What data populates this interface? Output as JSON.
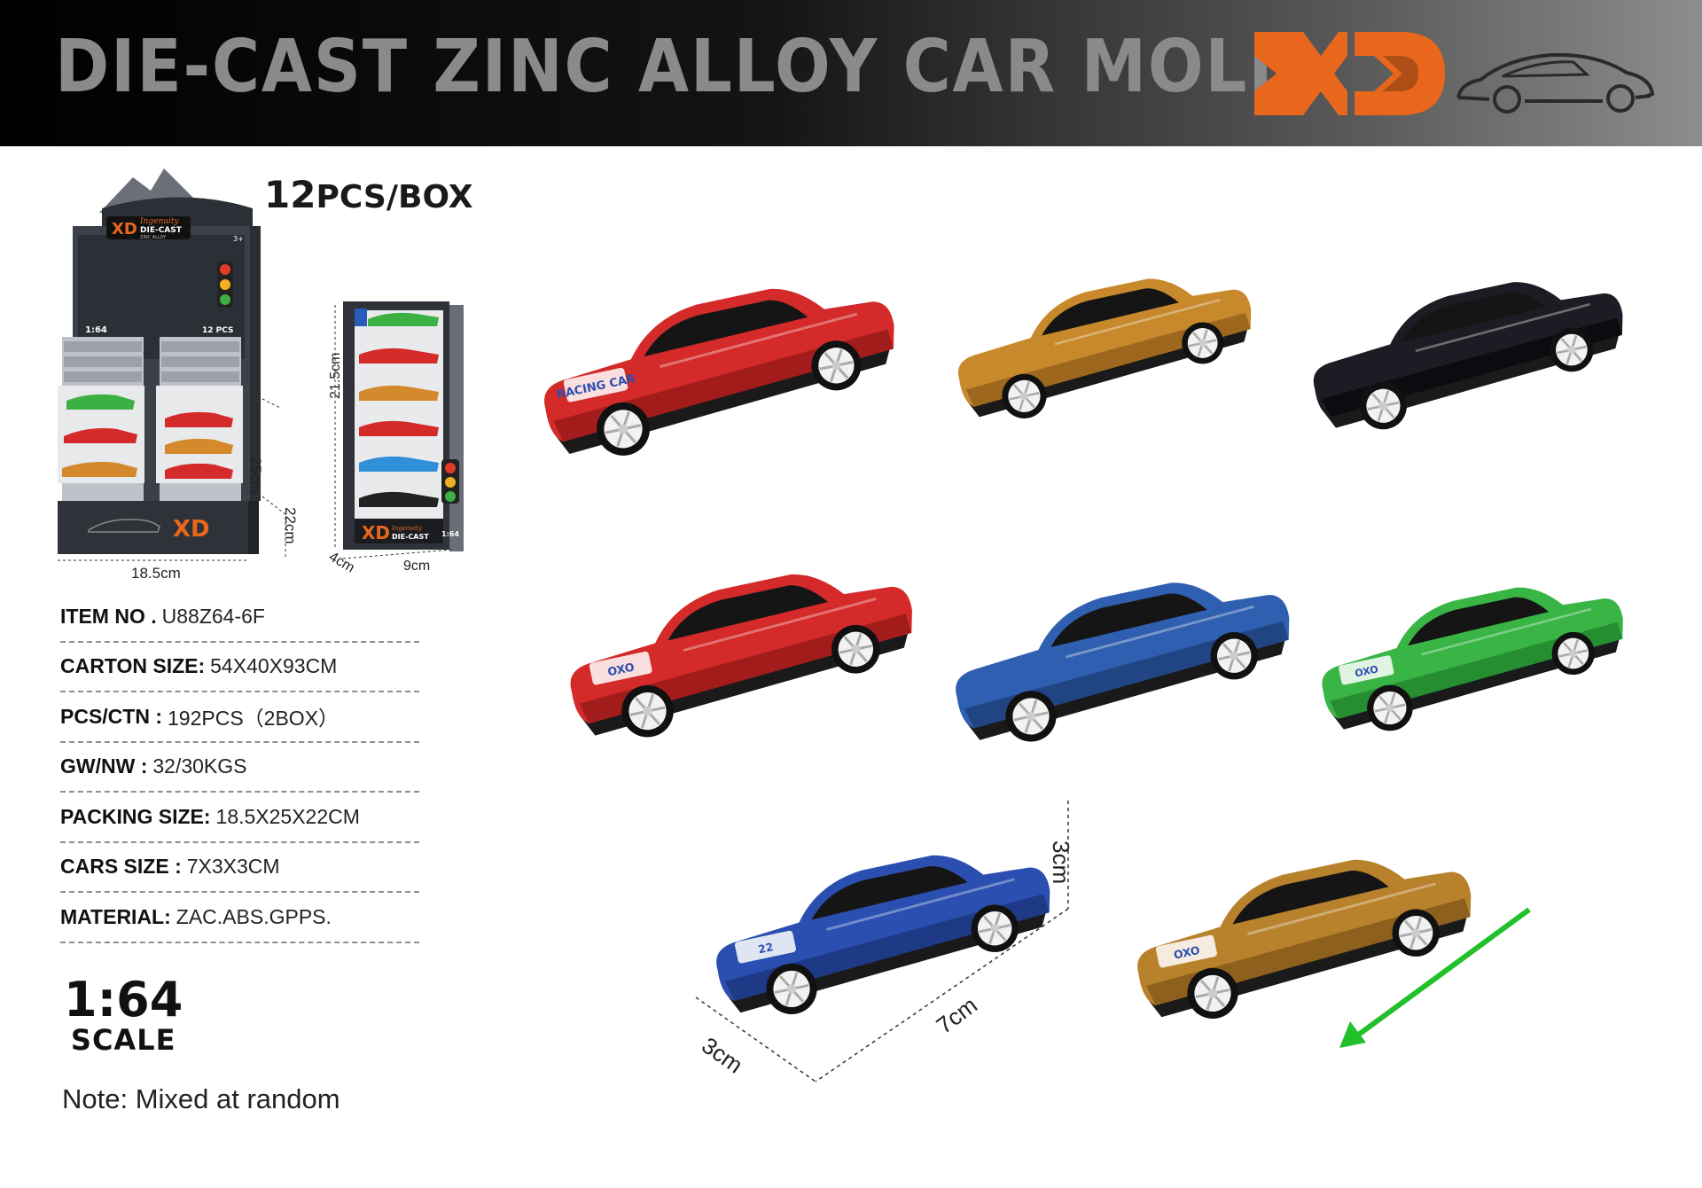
{
  "header": {
    "title": "DIE-CAST ZINC ALLOY CAR MOLD",
    "brand_logo": "XD"
  },
  "pcs_per_box": {
    "number": "12",
    "unit": "PCS/BOX"
  },
  "display_box": {
    "brand": "XD",
    "sub_brand": "Ingenuity",
    "line1": "DIE-CAST",
    "line2": "ZINC ALLOY",
    "age": "3+",
    "scale": "1:64",
    "count": "12 PCS",
    "dims": {
      "height": "25cm",
      "depth": "22cm",
      "width": "18.5cm"
    }
  },
  "slim_box": {
    "brand": "XD",
    "sub_brand": "Ingenuity",
    "line1": "DIE-CAST",
    "scale": "1:64",
    "dims": {
      "height": "21.5cm",
      "depth": "4cm",
      "width": "9cm"
    }
  },
  "specs": [
    {
      "label": "ITEM NO .",
      "value": "U88Z64-6F"
    },
    {
      "label": "CARTON SIZE:",
      "value": "54X40X93CM"
    },
    {
      "label": "PCS/CTN :",
      "value": "192PCS（2BOX）"
    },
    {
      "label": "GW/NW :",
      "value": "32/30KGS"
    },
    {
      "label": "PACKING SIZE:",
      "value": "18.5X25X22CM"
    },
    {
      "label": "CARS SIZE :",
      "value": "7X3X3CM"
    },
    {
      "label": "MATERIAL:",
      "value": "ZAC.ABS.GPPS."
    }
  ],
  "scale": {
    "ratio": "1:64",
    "label": "SCALE"
  },
  "note": "Note: Mixed at random",
  "cars": [
    {
      "name": "red-muscle-car",
      "body": "#d42a2a",
      "dark": "#7a1010",
      "hood_text": "RACING CAR"
    },
    {
      "name": "gold-muscle-car",
      "body": "#c8892c",
      "dark": "#7a4d12",
      "hood_text": ""
    },
    {
      "name": "black-muscle-car",
      "body": "#1c1c24",
      "dark": "#000000",
      "hood_text": ""
    },
    {
      "name": "red-convertible",
      "body": "#d42a2a",
      "dark": "#7a1010",
      "hood_text": "OXO"
    },
    {
      "name": "blue-flame-car",
      "body": "#2f5fb0",
      "dark": "#16305e",
      "hood_text": ""
    },
    {
      "name": "green-muscle-car",
      "body": "#38b544",
      "dark": "#176b20",
      "hood_text": "OXO"
    },
    {
      "name": "blue-sports-car",
      "body": "#2a4fb0",
      "dark": "#142a66",
      "hood_text": "22"
    },
    {
      "name": "gold-sports-car",
      "body": "#b8822c",
      "dark": "#6b4512",
      "hood_text": "OXO"
    }
  ],
  "car_dims": {
    "height": "3cm",
    "length": "7cm",
    "width": "3cm"
  },
  "colors": {
    "brand_orange": "#e8671c",
    "arrow_green": "#22c02a"
  }
}
